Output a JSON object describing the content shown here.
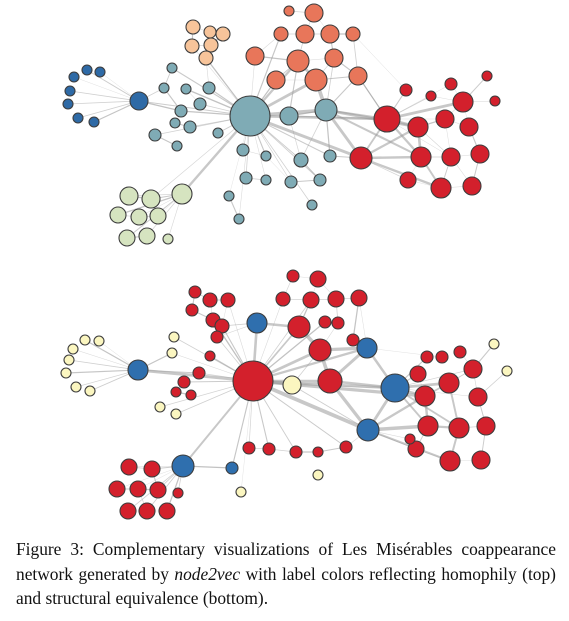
{
  "figure": {
    "caption": {
      "label": "Figure 3:",
      "before": "Complementary visualizations of Les Misérables coappearance network generated by",
      "method": "node2vec",
      "after": "with label colors reflecting homophily (top) and structural equivalence (bottom)."
    },
    "panels": [
      {
        "id": "top",
        "description_key": "homophily",
        "palette": {
          "blue": "#2e6aa6",
          "teal": "#7fabb5",
          "green": "#d6e4c0",
          "orange": "#f7c49a",
          "salmon": "#e8765a",
          "red": "#d3202c"
        },
        "node_count": 77
      },
      {
        "id": "bottom",
        "description_key": "structural equivalence",
        "palette": {
          "red": "#d3202c",
          "blue": "#2f6fae",
          "yellow": "#fbf6c0"
        },
        "node_count": 77
      }
    ]
  }
}
